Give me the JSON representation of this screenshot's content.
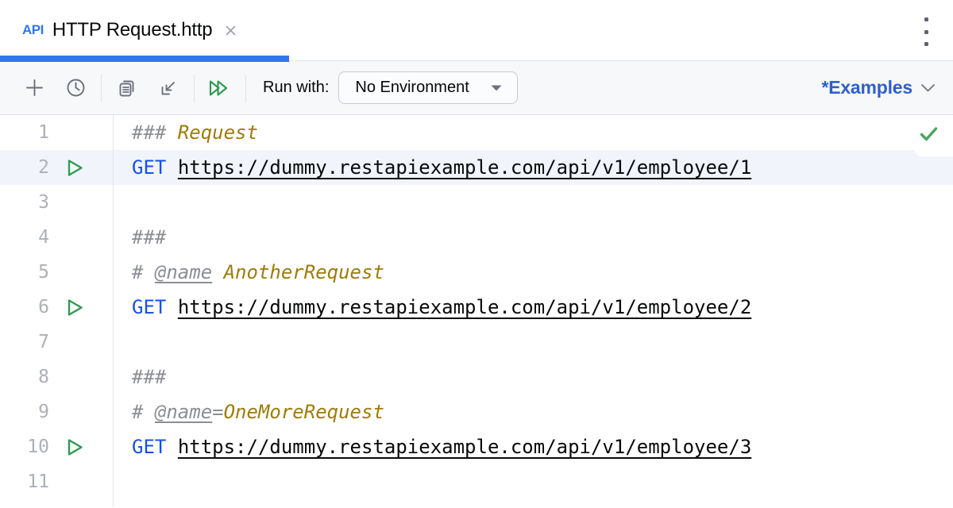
{
  "tab": {
    "file_type_badge": "API",
    "title": "HTTP Request.http",
    "close_icon": "close-icon",
    "more_menu_icon": "kebab-menu-icon"
  },
  "toolbar": {
    "icons": [
      {
        "name": "add-request-icon"
      },
      {
        "name": "history-icon"
      },
      {
        "name": "copy-request-icon"
      },
      {
        "name": "import-icon"
      },
      {
        "name": "run-all-requests-icon"
      }
    ],
    "run_with_label": "Run with:",
    "environment_selector": {
      "value": "No Environment",
      "dropdown_icon": "dropdown-arrow-icon"
    },
    "examples": {
      "label": "*Examples",
      "chevron_icon": "chevron-down-icon"
    }
  },
  "editor": {
    "inspection_status_icon": "checkmark-icon",
    "highlighted_line": 2,
    "lines": [
      {
        "number": "1",
        "run": false,
        "tokens": [
          {
            "text": "### ",
            "style": "comment"
          },
          {
            "text": "Request",
            "style": "name"
          }
        ]
      },
      {
        "number": "2",
        "run": true,
        "tokens": [
          {
            "text": "GET",
            "style": "method"
          },
          {
            "text": " ",
            "style": "plain"
          },
          {
            "text": "https://dummy.restapiexample.com/api/v1/employee/1",
            "style": "url"
          }
        ]
      },
      {
        "number": "3",
        "run": false,
        "tokens": []
      },
      {
        "number": "4",
        "run": false,
        "tokens": [
          {
            "text": "###",
            "style": "comment"
          }
        ]
      },
      {
        "number": "5",
        "run": false,
        "tokens": [
          {
            "text": "# ",
            "style": "comment"
          },
          {
            "text": "@name",
            "style": "directive"
          },
          {
            "text": " ",
            "style": "plain"
          },
          {
            "text": "AnotherRequest",
            "style": "name"
          }
        ]
      },
      {
        "number": "6",
        "run": true,
        "tokens": [
          {
            "text": "GET",
            "style": "method"
          },
          {
            "text": " ",
            "style": "plain"
          },
          {
            "text": "https://dummy.restapiexample.com/api/v1/employee/2",
            "style": "url"
          }
        ]
      },
      {
        "number": "7",
        "run": false,
        "tokens": []
      },
      {
        "number": "8",
        "run": false,
        "tokens": [
          {
            "text": "###",
            "style": "comment"
          }
        ]
      },
      {
        "number": "9",
        "run": false,
        "tokens": [
          {
            "text": "# ",
            "style": "comment"
          },
          {
            "text": "@name",
            "style": "directive"
          },
          {
            "text": "=",
            "style": "comment"
          },
          {
            "text": "OneMoreRequest",
            "style": "name"
          }
        ]
      },
      {
        "number": "10",
        "run": true,
        "tokens": [
          {
            "text": "GET",
            "style": "method"
          },
          {
            "text": " ",
            "style": "plain"
          },
          {
            "text": "https://dummy.restapiexample.com/api/v1/employee/3",
            "style": "url"
          }
        ]
      },
      {
        "number": "11",
        "run": false,
        "tokens": []
      }
    ]
  },
  "colors": {
    "accent_blue": "#3574F0",
    "method_blue": "#1750EB",
    "examples_blue": "#2F5FCC",
    "run_green": "#2E9950",
    "check_green": "#4BA55E",
    "comment_gray": "#8C8E96",
    "request_name_olive": "#9E7C08",
    "line_highlight": "#F1F4FB",
    "toolbar_bg": "#F7F8FA"
  }
}
